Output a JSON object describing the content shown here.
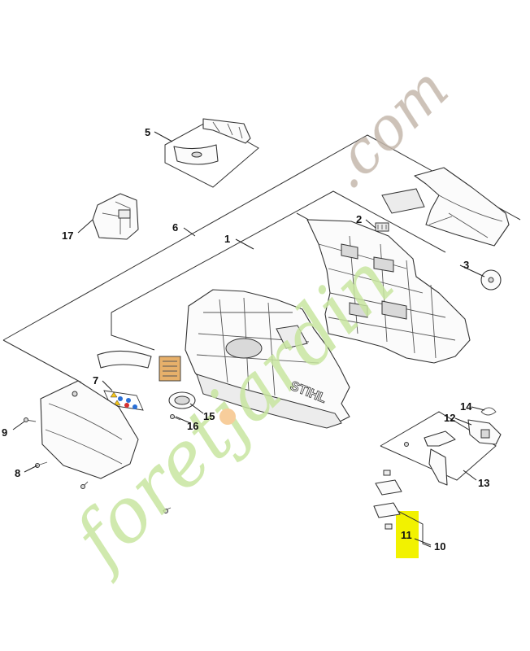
{
  "diagram": {
    "callouts": [
      {
        "id": "c1",
        "label": "1"
      },
      {
        "id": "c2",
        "label": "2"
      },
      {
        "id": "c3",
        "label": "3"
      },
      {
        "id": "c5",
        "label": "5"
      },
      {
        "id": "c6",
        "label": "6"
      },
      {
        "id": "c7",
        "label": "7"
      },
      {
        "id": "c8",
        "label": "8"
      },
      {
        "id": "c9",
        "label": "9"
      },
      {
        "id": "c10",
        "label": "10"
      },
      {
        "id": "c11",
        "label": "11"
      },
      {
        "id": "c12",
        "label": "12"
      },
      {
        "id": "c13",
        "label": "13"
      },
      {
        "id": "c14",
        "label": "14"
      },
      {
        "id": "c15",
        "label": "15"
      },
      {
        "id": "c16",
        "label": "16"
      },
      {
        "id": "c17",
        "label": "17"
      }
    ],
    "highlight_color": "#f2f200",
    "highlighted_part": "11",
    "housing_brand": "STIHL"
  },
  "watermark": {
    "green_text": "foretjardin",
    "green_color": "#c8e6a0",
    "orange_dot_color": "#f6c58a",
    "brown_text": ".com",
    "brown_color": "#c4b8ac"
  }
}
